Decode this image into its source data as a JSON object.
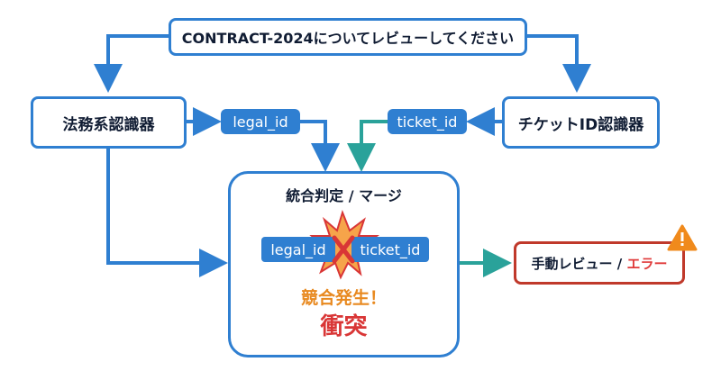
{
  "colors": {
    "primary": "#2f7fd1",
    "teal": "#2aa29a",
    "dark_text": "#101c33",
    "error_border": "#c0392b",
    "error_text": "#e03a3a",
    "conflict_orange": "#e8891f",
    "conflict_red": "#d93636",
    "burst_fill": "#f6a44a",
    "warning_fill": "#f08a1c"
  },
  "request_box": {
    "label": "CONTRACT-2024についてレビューしてください"
  },
  "legal_recognizer": {
    "label": "法務系認識器"
  },
  "ticket_recognizer": {
    "label": "チケットID認識器"
  },
  "legal_id_tag": {
    "label": "legal_id"
  },
  "ticket_id_tag": {
    "label": "ticket_id"
  },
  "merge_box": {
    "title": "統合判定 / マージ",
    "inner_legal_label": "legal_id",
    "inner_ticket_label": "ticket_id",
    "conflict_line1": "競合発生！",
    "conflict_line2": "衝突"
  },
  "manual_review": {
    "label_main": "手動レビュー / ",
    "label_error": "エラー"
  },
  "icons": {
    "conflict": "explosion-burst-icon",
    "cross": "red-x-icon",
    "warning": "warning-triangle-icon"
  }
}
